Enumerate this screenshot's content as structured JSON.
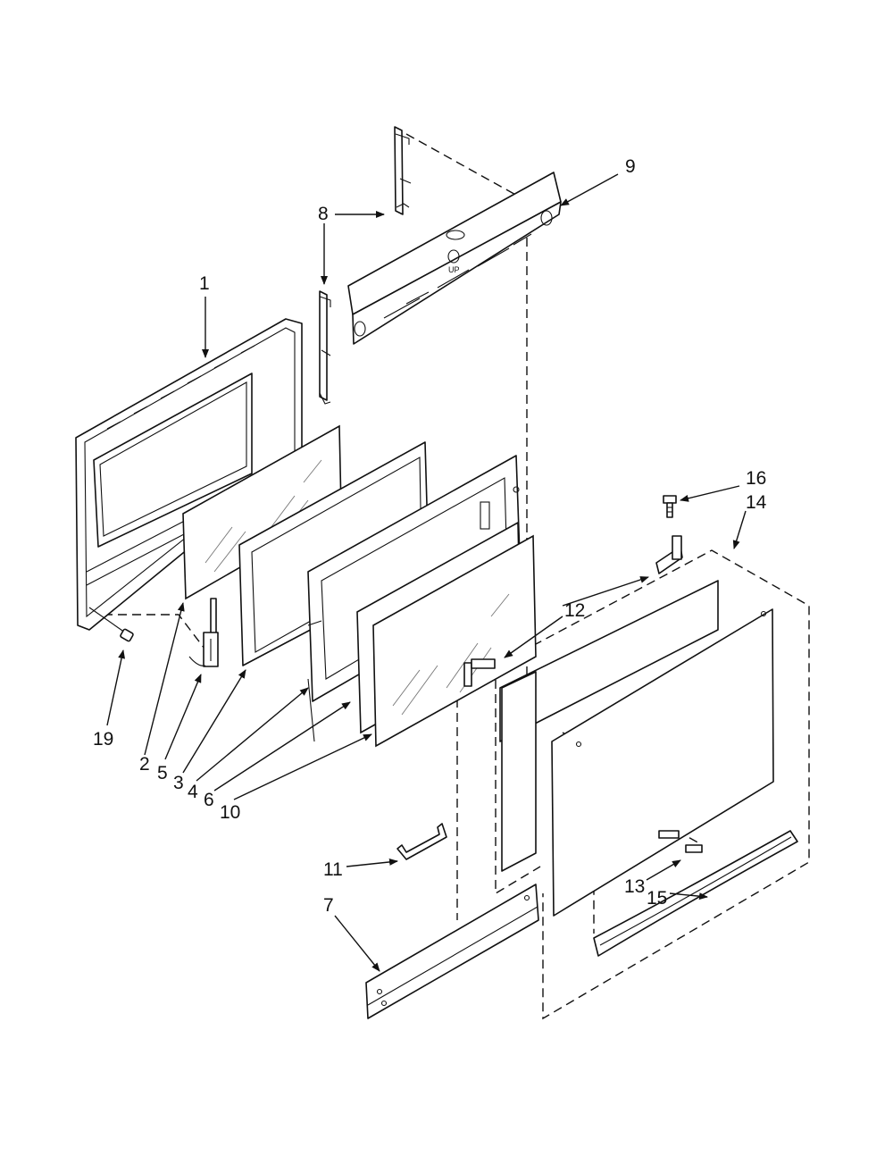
{
  "diagram": {
    "callouts": [
      {
        "id": "1",
        "label": "1"
      },
      {
        "id": "2",
        "label": "2"
      },
      {
        "id": "3",
        "label": "3"
      },
      {
        "id": "4",
        "label": "4"
      },
      {
        "id": "5",
        "label": "5"
      },
      {
        "id": "6",
        "label": "6"
      },
      {
        "id": "7",
        "label": "7"
      },
      {
        "id": "8",
        "label": "8"
      },
      {
        "id": "9",
        "label": "9"
      },
      {
        "id": "10",
        "label": "10"
      },
      {
        "id": "11",
        "label": "11"
      },
      {
        "id": "12",
        "label": "12"
      },
      {
        "id": "13",
        "label": "13"
      },
      {
        "id": "14",
        "label": "14"
      },
      {
        "id": "15",
        "label": "15"
      },
      {
        "id": "16",
        "label": "16"
      },
      {
        "id": "19",
        "label": "19"
      }
    ],
    "panel_marking": "UP"
  }
}
